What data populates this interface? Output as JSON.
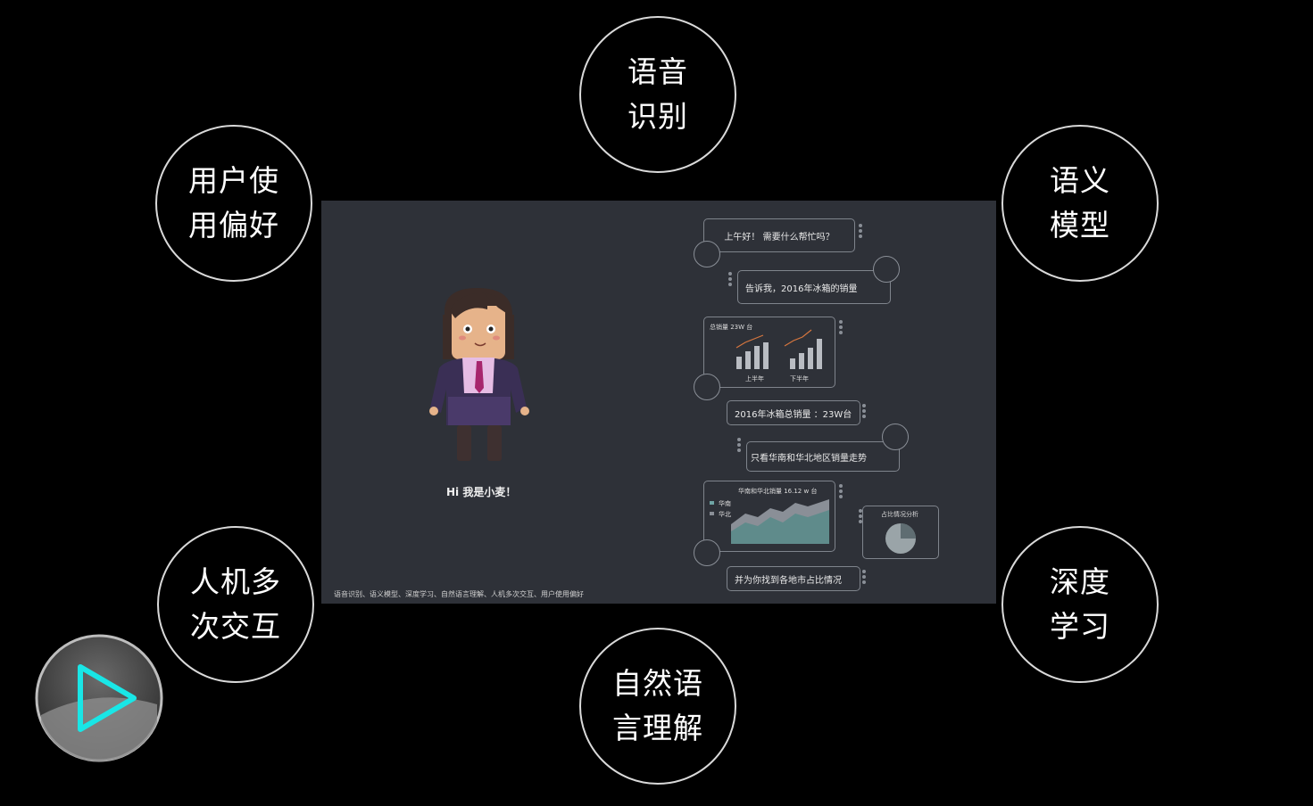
{
  "circles": {
    "speech": [
      "语音",
      "识别"
    ],
    "semantic": [
      "语义",
      "模型"
    ],
    "preference": [
      "用户使",
      "用偏好"
    ],
    "interaction": [
      "人机多",
      "次交互"
    ],
    "deep": [
      "深度",
      "学习"
    ],
    "nlp": [
      "自然语",
      "言理解"
    ]
  },
  "screen": {
    "greeting_caption": "Hi 我是小麦！",
    "footer": "语音识别、语义模型、深度学习、自然语言理解、人机多次交互、用户使用偏好",
    "chat": {
      "msg1": "上午好！ 需要什么帮忙吗？",
      "msg2": "告诉我，2016年冰箱的销量",
      "chart1_title": "总销量 23W 台",
      "chart1_label_left": "上半年",
      "chart1_label_right": "下半年",
      "msg3": "2016年冰箱总销量 ：23W台",
      "msg4": "只看华南和华北地区销量走势",
      "chart2_title": "华南和华北销量 16.12 w 台",
      "chart2_legend_1": "华南",
      "chart2_legend_2": "华北",
      "pie_title": "占比情况分析",
      "msg5": "并为你找到各地市占比情况"
    }
  },
  "colors": {
    "screen_bg": "#2e3138",
    "play_glow": "#19e6e6",
    "area_fill": "#5f8b8b",
    "accent_line": "#d6763f"
  },
  "icons": {
    "play": "play-icon",
    "robot": "robot-avatar-icon",
    "user": "user-avatar-icon"
  }
}
